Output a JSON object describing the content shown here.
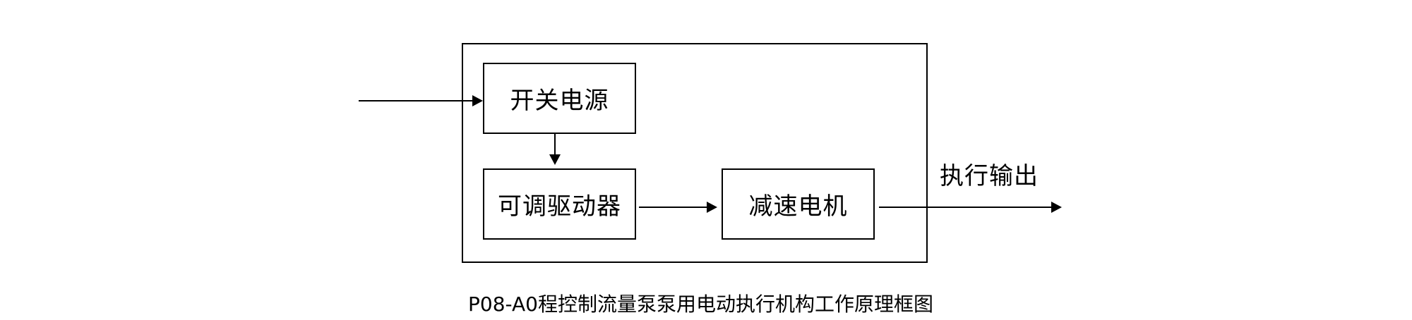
{
  "diagram": {
    "blocks": {
      "switch_power": "开关电源",
      "adjustable_driver": "可调驱动器",
      "gear_motor": "减速电机"
    },
    "output_label": "执行输出",
    "caption": "P08-A0程控制流量泵泵用电动执行机构工作原理框图"
  }
}
